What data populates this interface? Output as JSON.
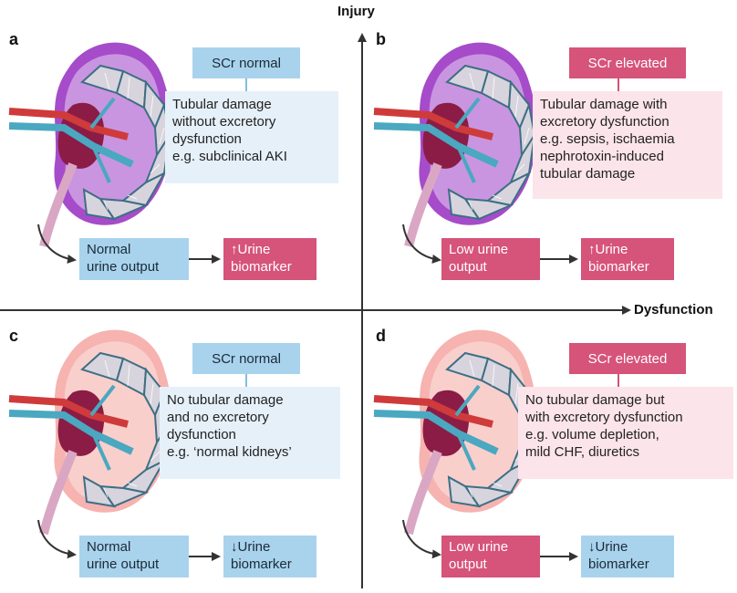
{
  "axes": {
    "y_label": "Injury",
    "x_label": "Dysfunction"
  },
  "panels": {
    "a": {
      "letter": "a",
      "scr": "SCr normal",
      "desc": [
        "Tubular damage",
        "without excretory",
        "dysfunction",
        "e.g. subclinical AKI"
      ],
      "output": [
        "Normal",
        "urine output"
      ],
      "biomarker": [
        "↑Urine",
        "biomarker"
      ]
    },
    "b": {
      "letter": "b",
      "scr": "SCr elevated",
      "desc": [
        "Tubular damage with",
        "excretory dysfunction",
        "e.g. sepsis, ischaemia",
        "nephrotoxin-induced",
        "tubular damage"
      ],
      "output": [
        "Low urine",
        "output"
      ],
      "biomarker": [
        "↑Urine",
        "biomarker"
      ]
    },
    "c": {
      "letter": "c",
      "scr": "SCr normal",
      "desc": [
        "No tubular damage",
        "and no excretory",
        "dysfunction",
        "e.g. ‘normal kidneys’"
      ],
      "output": [
        "Normal",
        "urine output"
      ],
      "biomarker": [
        "↓Urine",
        "biomarker"
      ]
    },
    "d": {
      "letter": "d",
      "scr": "SCr elevated",
      "desc": [
        "No tubular damage but",
        "with excretory dysfunction",
        "e.g. volume depletion,",
        "mild CHF, diuretics"
      ],
      "output": [
        "Low urine",
        "output"
      ],
      "biomarker": [
        "↓Urine",
        "biomarker"
      ]
    }
  },
  "colors": {
    "blue_box": "#a9d3ed",
    "pink_box": "#d6537a",
    "desc_blue": "#e6f0f9",
    "desc_pink": "#fbe4ea",
    "injured_capsule": "#a64bc9",
    "normal_capsule": "#f6b3b0"
  }
}
